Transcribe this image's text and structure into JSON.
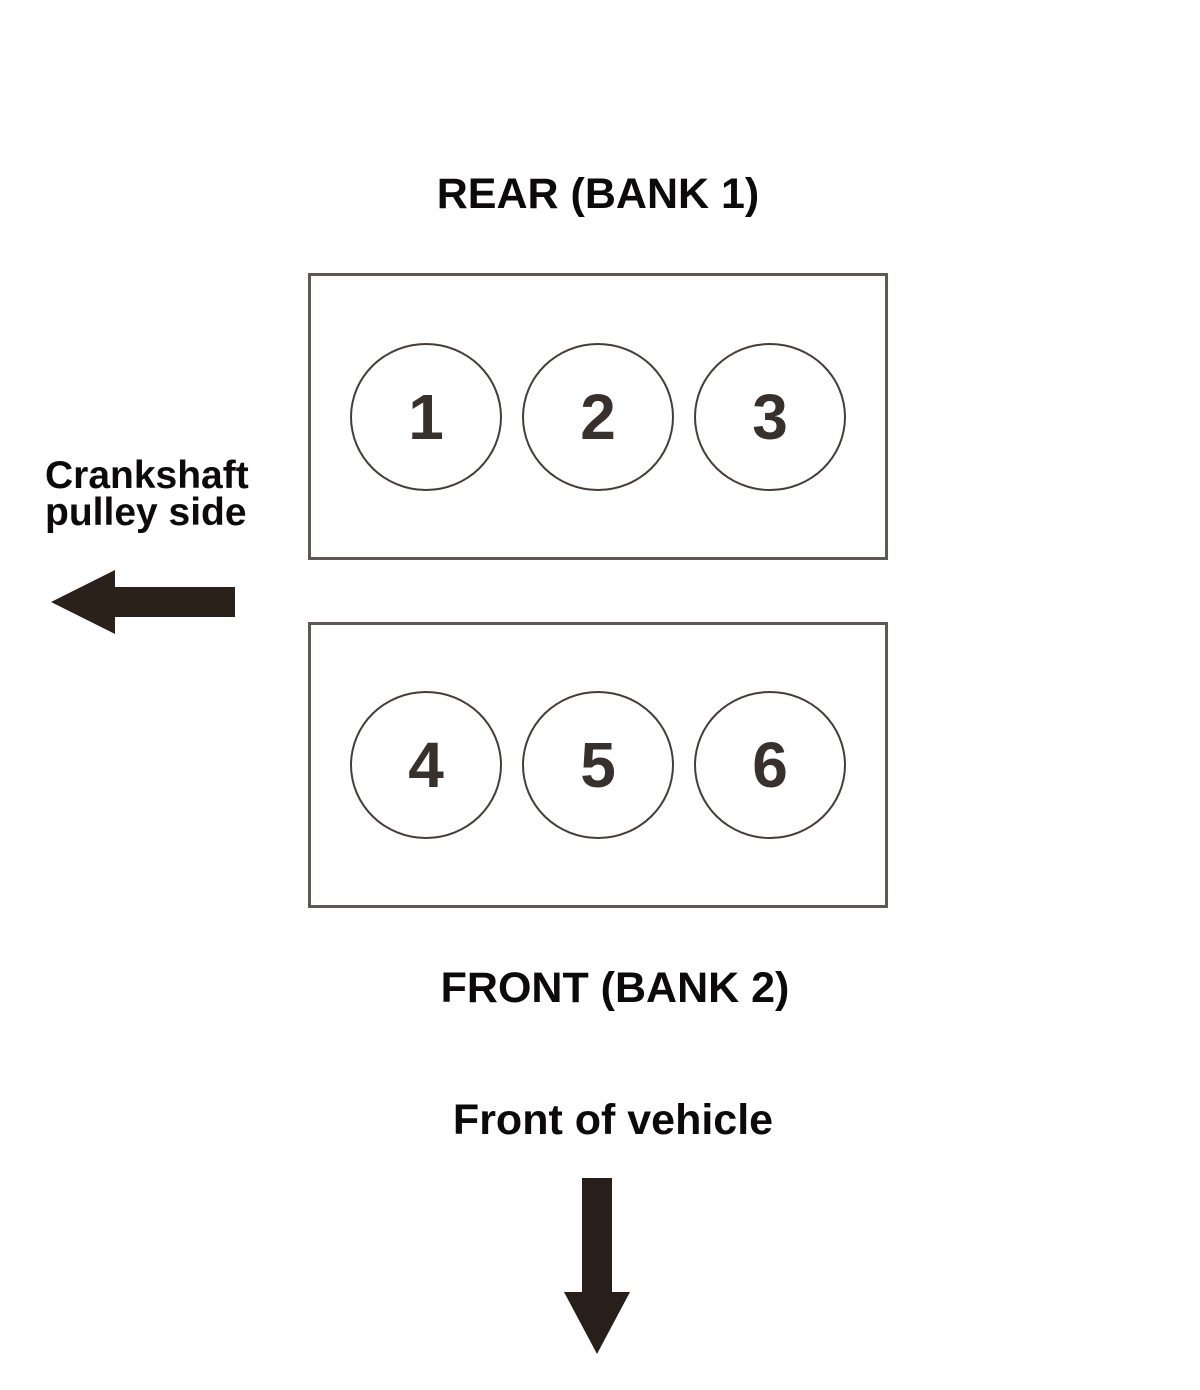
{
  "diagram": {
    "rear_bank_title": "REAR (BANK 1)",
    "front_bank_title": "FRONT (BANK 2)",
    "front_of_vehicle_label": "Front of vehicle",
    "crankshaft_label": {
      "line1": "Crankshaft",
      "line2": "pulley side"
    },
    "bank1_cylinders": [
      "1",
      "2",
      "3"
    ],
    "bank2_cylinders": [
      "4",
      "5",
      "6"
    ],
    "icons": {
      "left_arrow": "left-arrow-icon",
      "down_arrow": "down-arrow-icon"
    },
    "colors": {
      "text": "#0c0a0a",
      "arrow": "#2a211b",
      "box_border": "#5e5755",
      "circle_border": "#463d3a",
      "cylinder_number": "#38302d",
      "background": "#ffffff"
    }
  }
}
